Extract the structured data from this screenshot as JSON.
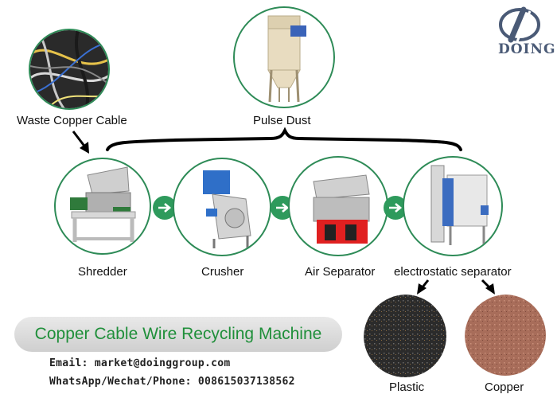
{
  "brand": {
    "logo_text": "DOING"
  },
  "top": {
    "waste_label": "Waste Copper Cable",
    "pulse_label": "Pulse Dust"
  },
  "process": {
    "shredder": "Shredder",
    "crusher": "Crusher",
    "air_separator": "Air Separator",
    "electrostatic": "electrostatic separator"
  },
  "outputs": {
    "plastic": "Plastic",
    "copper": "Copper"
  },
  "banner": {
    "title": "Copper Cable Wire Recycling Machine"
  },
  "contact": {
    "email": "Email: market@doinggroup.com",
    "phone": "WhatsApp/Wechat/Phone: 008615037138562"
  },
  "colors": {
    "accent": "#2e8b57",
    "banner_text": "#1f8f3a"
  }
}
